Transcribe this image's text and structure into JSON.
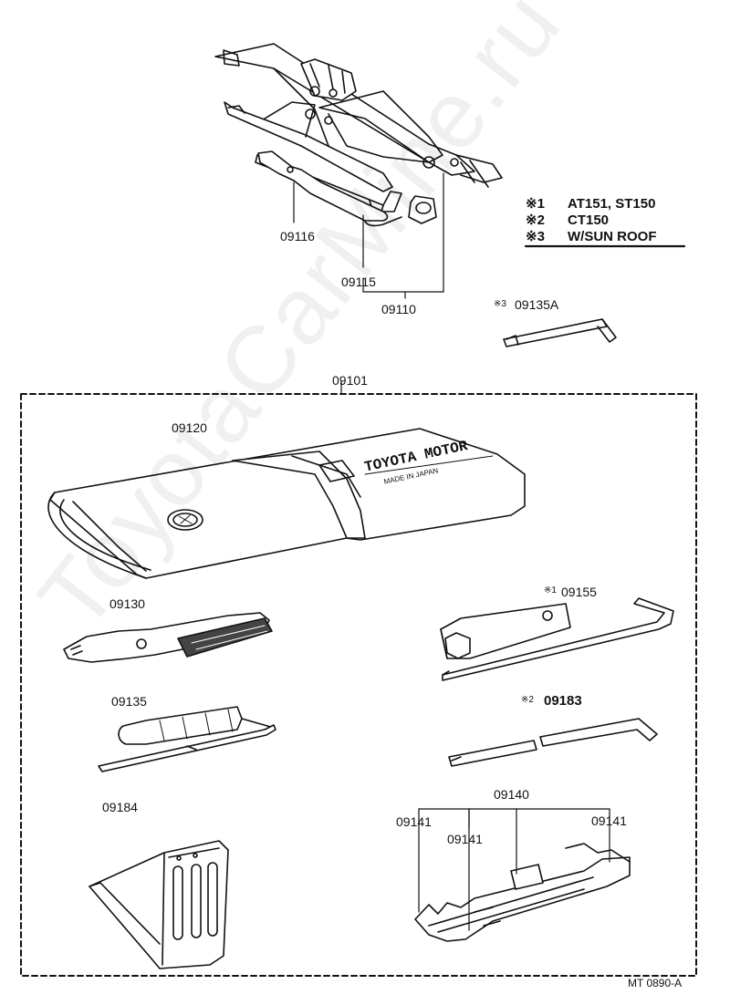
{
  "diagram": {
    "parts": {
      "p09116": "09116",
      "p09115": "09115",
      "p09110": "09110",
      "p09135A": "09135A",
      "p09101": "09101",
      "p09120": "09120",
      "p09130": "09130",
      "p09155": "09155",
      "p09135": "09135",
      "p09183": "09183",
      "p09184": "09184",
      "p09140": "09140",
      "p09141_left": "09141",
      "p09141_mid": "09141",
      "p09141_right": "09141"
    },
    "note_marks": {
      "m1": "※1",
      "m2": "※2",
      "m3": "※3"
    },
    "legend": [
      {
        "mark": "※1",
        "text": "AT151, ST150"
      },
      {
        "mark": "※2",
        "text": "CT150"
      },
      {
        "mark": "※3",
        "text": "W/SUN ROOF"
      }
    ],
    "bag_text_line1": "TOYOTA MOTOR",
    "bag_text_line2": "MADE IN JAPAN",
    "drawing_code": "MT 0890-A",
    "watermark": "ToyotaCarMine.ru"
  }
}
